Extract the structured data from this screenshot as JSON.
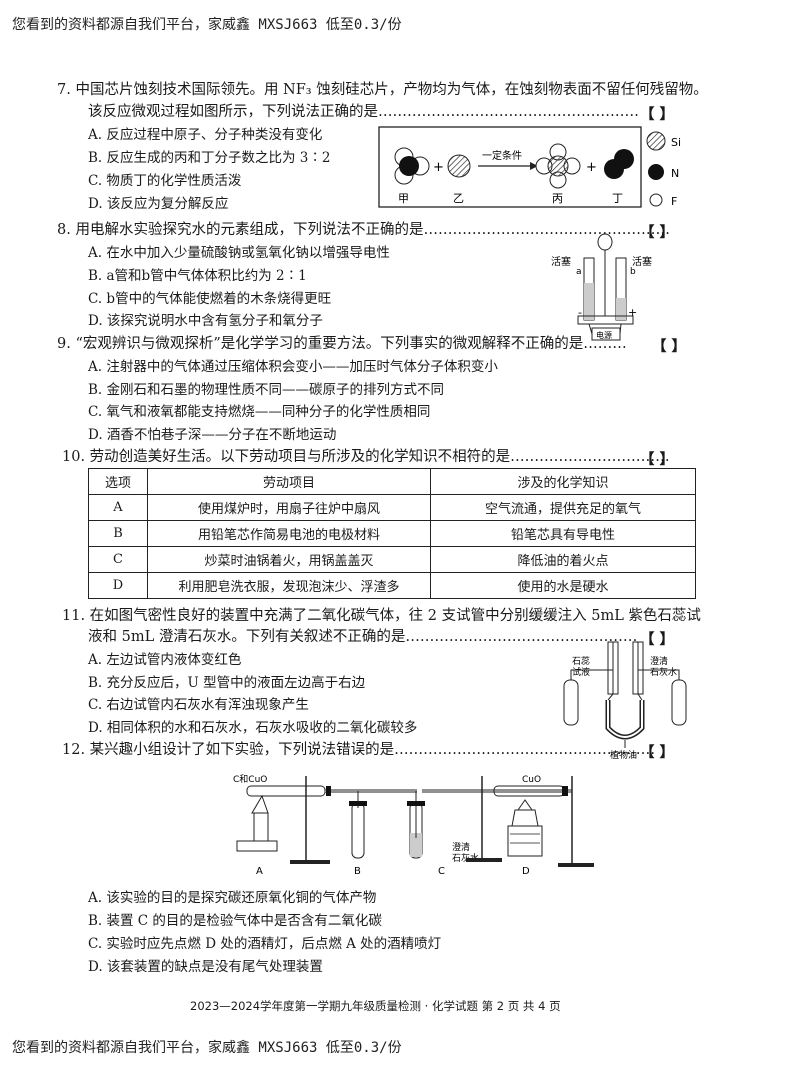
{
  "watermark": "您看到的资料都源自我们平台，家威鑫 MXSJ663  低至0.3/份",
  "q7": {
    "stem1": "7. 中国芯片蚀刻技术国际领先。用 NF₃ 蚀刻硅芯片，产物均为气体，在蚀刻物表面不留任何残留物。",
    "stem2": "该反应微观过程如图所示，下列说法正确的是………………………………………………",
    "bracket": "【    】",
    "options": [
      "A. 反应过程中原子、分子种类没有变化",
      "B. 反应生成的丙和丁分子数之比为 3∶2",
      "C. 物质丁的化学性质活泼",
      "D. 该反应为复分解反应"
    ],
    "figure": {
      "labels": [
        "甲",
        "乙",
        "丙",
        "丁"
      ],
      "condition": "一定条件",
      "legend": [
        "Si",
        "N",
        "F"
      ]
    }
  },
  "q8": {
    "stem": "8. 用电解水实验探究水的元素组成，下列说法不正确的是……………………………………………",
    "bracket": "【    】",
    "options": [
      "A. 在水中加入少量硫酸钠或氢氧化钠以增强导电性",
      "B. a管和b管中气体体积比约为 2∶1",
      "C. b管中的气体能使燃着的木条烧得更旺",
      "D. 该探究说明水中含有氢分子和氧分子"
    ],
    "figure": {
      "left_label": "活塞",
      "right_label": "活塞",
      "a": "a",
      "b": "b",
      "minus": "-",
      "plus": "+",
      "power": "电源"
    }
  },
  "q9": {
    "stem": "9. “宏观辨识与微观探析”是化学学习的重要方法。下列事实的微观解释不正确的是………",
    "bracket": "【    】",
    "options": [
      "A. 注射器中的气体通过压缩体积会变小——加压时气体分子体积变小",
      "B. 金刚石和石墨的物理性质不同——碳原子的排列方式不同",
      "C. 氧气和液氧都能支持燃烧——同种分子的化学性质相同",
      "D. 酒香不怕巷子深——分子在不断地运动"
    ]
  },
  "q10": {
    "stem": "10. 劳动创造美好生活。以下劳动项目与所涉及的化学知识不相符的是……………………………",
    "bracket": "【    】",
    "headers": [
      "选项",
      "劳动项目",
      "涉及的化学知识"
    ],
    "rows": [
      [
        "A",
        "使用煤炉时，用扇子往炉中扇风",
        "空气流通，提供充足的氧气"
      ],
      [
        "B",
        "用铅笔芯作简易电池的电极材料",
        "铅笔芯具有导电性"
      ],
      [
        "C",
        "炒菜时油锅着火，用锅盖盖灭",
        "降低油的着火点"
      ],
      [
        "D",
        "利用肥皂洗衣服，发现泡沫少、浮渣多",
        "使用的水是硬水"
      ]
    ]
  },
  "q11": {
    "stem1": "11. 在如图气密性良好的装置中充满了二氧化碳气体，往 2 支试管中分别缓缓注入 5mL 紫色石蕊试",
    "stem2": "液和 5mL 澄清石灰水。下列有关叙述不正确的是…………………………………………",
    "bracket": "【    】",
    "options": [
      "A. 左边试管内液体变红色",
      "B. 充分反应后，U 型管中的液面左边高于右边",
      "C. 右边试管内石灰水有浑浊现象产生",
      "D. 相同体积的水和石灰水，石灰水吸收的二氧化碳较多"
    ],
    "figure": {
      "left1": "石蕊",
      "left2": "试液",
      "right1": "澄清",
      "right2": "石灰水",
      "bottom": "植物油"
    }
  },
  "q12": {
    "stem": "12. 某兴趣小组设计了如下实验，下列说法错误的是………………………………………………",
    "bracket": "【    】",
    "options": [
      "A. 该实验的目的是探究碳还原氧化铜的气体产物",
      "B. 装置 C 的目的是检验气体中是否含有二氧化碳",
      "C. 实验时应先点燃 D 处的酒精灯，后点燃 A 处的酒精喷灯",
      "D. 该套装置的缺点是没有尾气处理装置"
    ],
    "figure": {
      "c_cuo": "C和CuO",
      "cuo": "CuO",
      "lime1": "澄清",
      "lime2": "石灰水",
      "labels": [
        "A",
        "B",
        "C",
        "D"
      ]
    }
  },
  "footer": "2023—2024学年度第一学期九年级质量检测 · 化学试题  第 2 页  共 4 页"
}
